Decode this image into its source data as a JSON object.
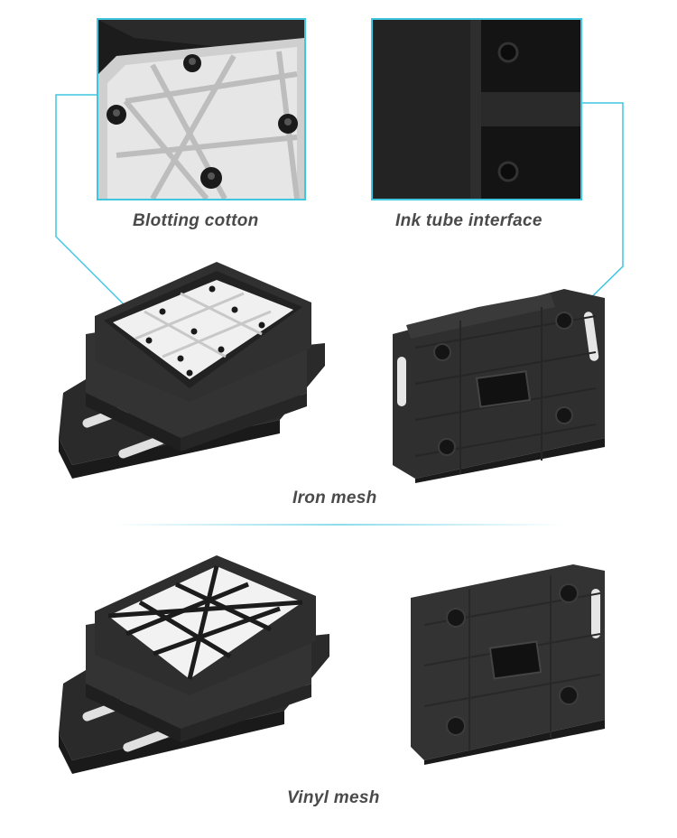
{
  "captions": {
    "blotting_cotton": "Blotting cotton",
    "ink_tube_interface": "Ink tube interface",
    "iron_mesh": "Iron mesh",
    "vinyl_mesh": "Vinyl mesh"
  },
  "colors": {
    "accent": "#3fc6e0",
    "caption_text": "#4a4a4a",
    "part_body": "#2b2b2b",
    "cotton": "#e8e8e8"
  }
}
